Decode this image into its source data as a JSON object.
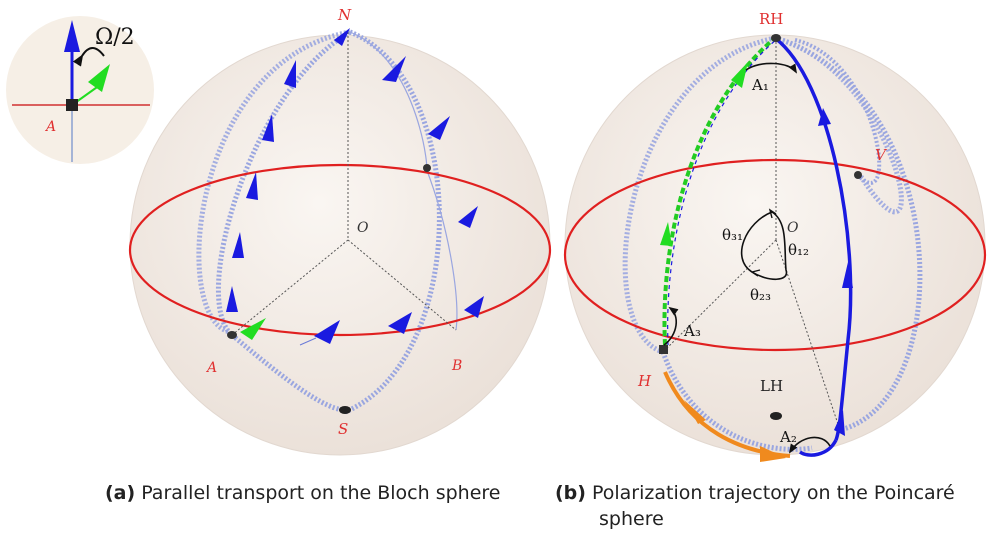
{
  "panel_a": {
    "inset": {
      "angle_label": "Ω/2",
      "point_label": "A"
    },
    "labels": {
      "north": "N",
      "south": "S",
      "origin": "O",
      "point_a": "A",
      "point_b": "B"
    },
    "caption": {
      "tag": "(a)",
      "text": "Parallel transport on the Bloch sphere"
    }
  },
  "panel_b": {
    "labels": {
      "rh": "RH",
      "lh": "LH",
      "v": "V",
      "h": "H",
      "origin": "O",
      "a1": "A₁",
      "a2": "A₂",
      "a3": "A₃",
      "theta12": "θ₁₂",
      "theta23": "θ₂₃",
      "theta31": "θ₃₁"
    },
    "caption": {
      "tag": "(b)",
      "text": "Polarization trajectory on the Poincaré",
      "text_cont": "sphere"
    }
  },
  "colors": {
    "sphere_fill": "#f3ece6",
    "meridian": "#9aa6e0",
    "equator": "#e02020",
    "label_red": "#e03030",
    "arrow_blue": "#1a1ae0",
    "arrow_green": "#22dd22",
    "trajectory_orange": "#f08a1e"
  }
}
